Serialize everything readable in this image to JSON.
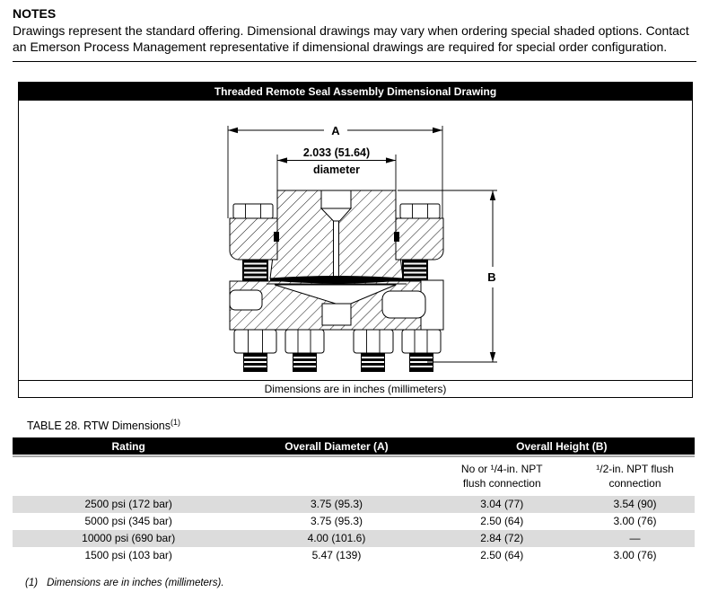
{
  "notes": {
    "heading": "NOTES",
    "body": "Drawings represent the standard offering. Dimensional drawings may vary when ordering special shaded options. Contact an Emerson Process Management representative if dimensional drawings are required for special order configuration."
  },
  "figure": {
    "title": "Threaded Remote Seal Assembly Dimensional Drawing",
    "footer": "Dimensions are in inches (millimeters)",
    "labels": {
      "dim_a": "A",
      "dim_b": "B",
      "diameter_value": "2.033 (51.64)",
      "diameter_word": "diameter"
    }
  },
  "table": {
    "title": "TABLE 28. RTW Dimensions",
    "title_sup": "(1)",
    "columns": {
      "rating": "Rating",
      "diameter": "Overall Diameter (A)",
      "height": "Overall Height (B)"
    },
    "subcolumns": {
      "no_or_quarter": "No or ¹/4-in. NPT flush connection",
      "half": "¹/2-in. NPT flush connection"
    },
    "rows": [
      {
        "rating": "2500 psi (172 bar)",
        "diameter": "3.75 (95.3)",
        "height_no_quarter": "3.04 (77)",
        "height_half": "3.54 (90)"
      },
      {
        "rating": "5000 psi (345 bar)",
        "diameter": "3.75 (95.3)",
        "height_no_quarter": "2.50 (64)",
        "height_half": "3.00 (76)"
      },
      {
        "rating": "10000 psi (690 bar)",
        "diameter": "4.00 (101.6)",
        "height_no_quarter": "2.84 (72)",
        "height_half": "—"
      },
      {
        "rating": "1500 psi (103 bar)",
        "diameter": "5.47 (139)",
        "height_no_quarter": "2.50 (64)",
        "height_half": "3.00 (76)"
      }
    ],
    "footnote": {
      "num": "(1)",
      "text": "Dimensions are in inches (millimeters)."
    }
  },
  "colors": {
    "header_bar": "#000000",
    "header_text": "#ffffff",
    "row_shade": "#dcdcdc",
    "header_rule": "#a8a8a8"
  }
}
